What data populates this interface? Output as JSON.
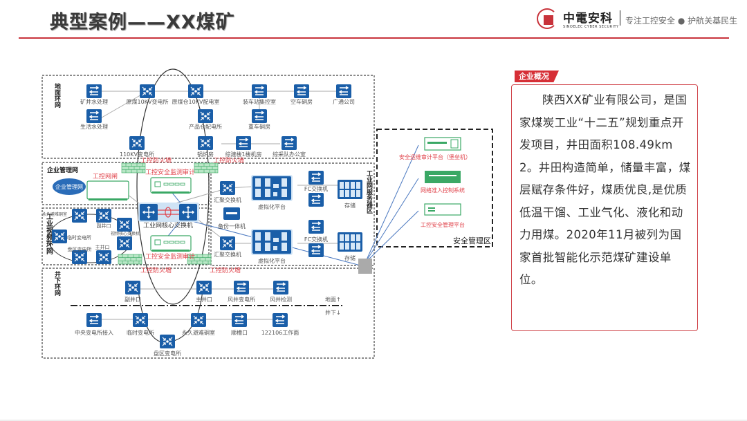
{
  "header": {
    "title": "典型案例——XX煤矿",
    "logo_cn": "中電安科",
    "logo_en": "SINOELEC CYBER SECURITY",
    "slogan": "专注工控安全 ● 护航关基民生",
    "accent_color": "#c8333b"
  },
  "overview": {
    "tag": "企业概况",
    "text": "陕西XX矿业有限公司，是国家煤炭工业“十二五”规划重点开发项目，井田面积108.49km2。井田构造简单，储量丰富，煤层赋存条件好，煤质优良,是优质低温干馏、工业气化、液化和动力用煤。2020年11月被列为国家首批智能化示范煤矿建设单位。"
  },
  "diagram": {
    "zones": {
      "ground_ring": "地面环网",
      "enterprise": "企业管理网",
      "video_ring": "工业视频环网",
      "server_zone": "工业网服务器区",
      "underground_ring": "井下环网",
      "security_zone": "安全管理区"
    },
    "ground_nodes": {
      "mine_water": "矿井水处理",
      "domestic_water": "生活水处理",
      "raw_coal_10kv": "原煤10KV变电所",
      "raw_coal_bin_10kv": "原煤仓10KV配电室",
      "product_bin": "产品仓配电所",
      "sub_110kv": "110KV变电所",
      "boiler": "锅炉房",
      "loading_station": "装车站集控室",
      "empty_car": "空车硐房",
      "guangtong": "广通公司",
      "heavy_car": "重车硐房",
      "complex_bldg": "综建楼1楼机房",
      "mining_team": "综采队办公室"
    },
    "enterprise_nodes": {
      "cloud": "企业管理网",
      "gateway": "工控网闸"
    },
    "security_devices": {
      "firewall": "工控防火墙",
      "audit": "工控安全监测审计",
      "core_switch": "工业网核心交换机"
    },
    "video_nodes": {
      "permanent_refuge": "永久避难硐室",
      "aux_shaft": "副井口",
      "temp_sub": "临时变电所",
      "video_core": "视频核心交换机",
      "district_sub": "盘区变电所",
      "main_shaft": "主井口"
    },
    "server_nodes": {
      "agg_switch": "汇聚交换机",
      "backup": "备份一体机",
      "virtual": "虚拟化平台",
      "fc_switch": "FC交换机",
      "storage": "存储"
    },
    "security_zone_nodes": {
      "bastion": "安全运维审计平台（堡垒机）",
      "nac": "网络准入控制系统",
      "ics_mgmt": "工控安全管理平台"
    },
    "underground_nodes": {
      "aux_shaft": "副井口",
      "main_shaft": "主井口",
      "fan_sub": "风井变电所",
      "fan_detect": "风井检测",
      "central_sub": "中央变电所接入",
      "temp_sub": "临时变电所",
      "perm_refuge": "永久避难硐室",
      "chute": "顺槽口",
      "face": "122106工作面",
      "district_sub": "盘区变电所"
    },
    "legend": {
      "above": "地面↑",
      "below": "井下↓"
    },
    "colors": {
      "node_blue": "#1a5ea8",
      "green_device": "#3aa865",
      "label_red": "#e0424a",
      "link_blue": "#4a78c0"
    }
  }
}
